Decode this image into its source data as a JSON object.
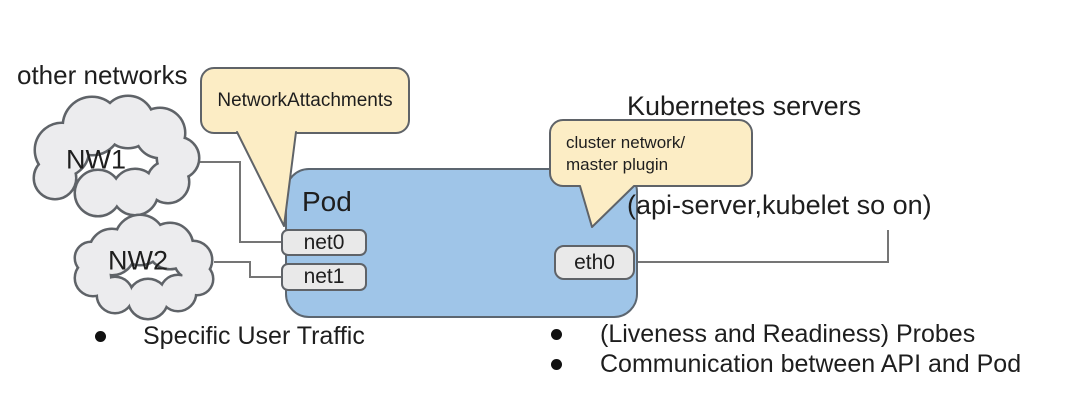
{
  "title": "Kubernetes Pod multi-network diagram",
  "labels": {
    "other_networks": "other networks",
    "kubernetes_servers_line1": "Kubernetes servers",
    "kubernetes_servers_line2": "(api-server,kubelet so on)",
    "nw1": "NW1",
    "nw2": "NW2",
    "pod": "Pod",
    "net0": "net0",
    "net1": "net1",
    "eth0": "eth0"
  },
  "callouts": {
    "network_attachments": "NetworkAttachments",
    "cluster_network_line1": "cluster network/",
    "cluster_network_line2": "master plugin"
  },
  "bullets": {
    "left": [
      "Specific User Traffic"
    ],
    "right": [
      "(Liveness and Readiness) Probes",
      "Communication between API and Pod"
    ]
  },
  "colors": {
    "pod_fill": "#9fc5e8",
    "callout_fill": "#fcedc5",
    "cloud_fill": "#ececee",
    "interface_fill": "#e9e9e9",
    "shape_stroke": "#5f6368",
    "connector_line": "#757575",
    "text": "#1e1e1e",
    "background": "#ffffff"
  }
}
